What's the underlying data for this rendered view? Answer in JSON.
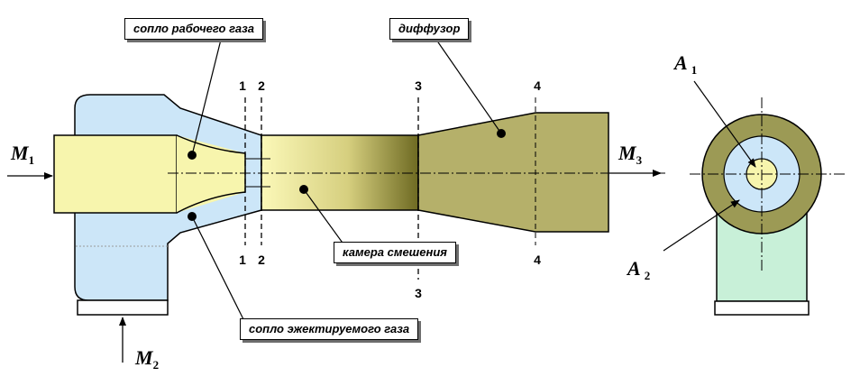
{
  "callouts": {
    "nozzle_working": "сопло рабочего газа",
    "diffuser": "диффузор",
    "mixing_chamber": "камера смешения",
    "nozzle_ejected": "сопло эжектируемого газа"
  },
  "flows": {
    "m1": {
      "sym": "M",
      "sub": "1"
    },
    "m2": {
      "sym": "M",
      "sub": "2"
    },
    "m3": {
      "sym": "M",
      "sub": "3"
    }
  },
  "areas": {
    "a1": {
      "sym": "A",
      "sub": "1"
    },
    "a2": {
      "sym": "A",
      "sub": "2"
    }
  },
  "sections": {
    "s1": "1",
    "s2": "2",
    "s3": "3",
    "s4": "4"
  },
  "colors": {
    "ejected_gas_chamber": "#cce6f8",
    "working_nozzle": "#f7f5ad",
    "diffuser": "#b5b06a",
    "outer_ring": "#9c9a55",
    "side_inlet": "#c8f0d8"
  }
}
